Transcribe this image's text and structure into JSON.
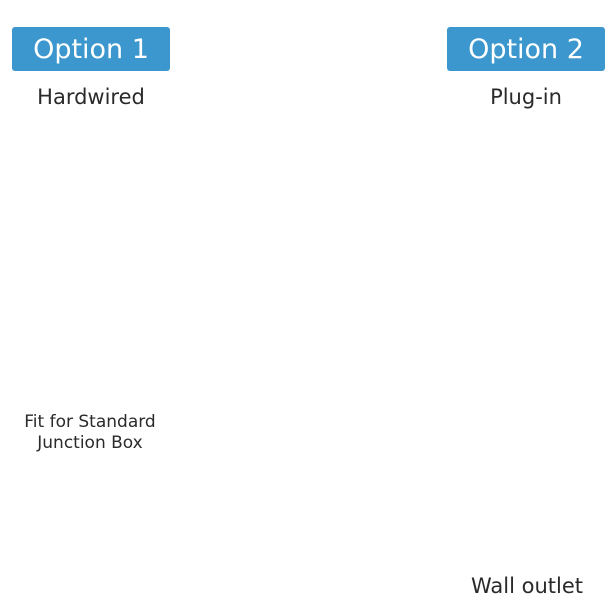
{
  "options": [
    {
      "badge": "Option 1",
      "subtitle": "Hardwired",
      "note": [
        "Fit for Standard",
        "Junction Box"
      ]
    },
    {
      "badge": "Option 2",
      "subtitle": "Plug-in",
      "note": [
        "Wall outlet"
      ]
    }
  ],
  "colors": {
    "badge": "#3b97cd",
    "wall": "#5a5a5a",
    "mount": "#2b2b2b",
    "wire_blue": "#1f3f8f",
    "wire_yellow": "#f2d33b",
    "wire_brown": "#5a1e1e"
  }
}
